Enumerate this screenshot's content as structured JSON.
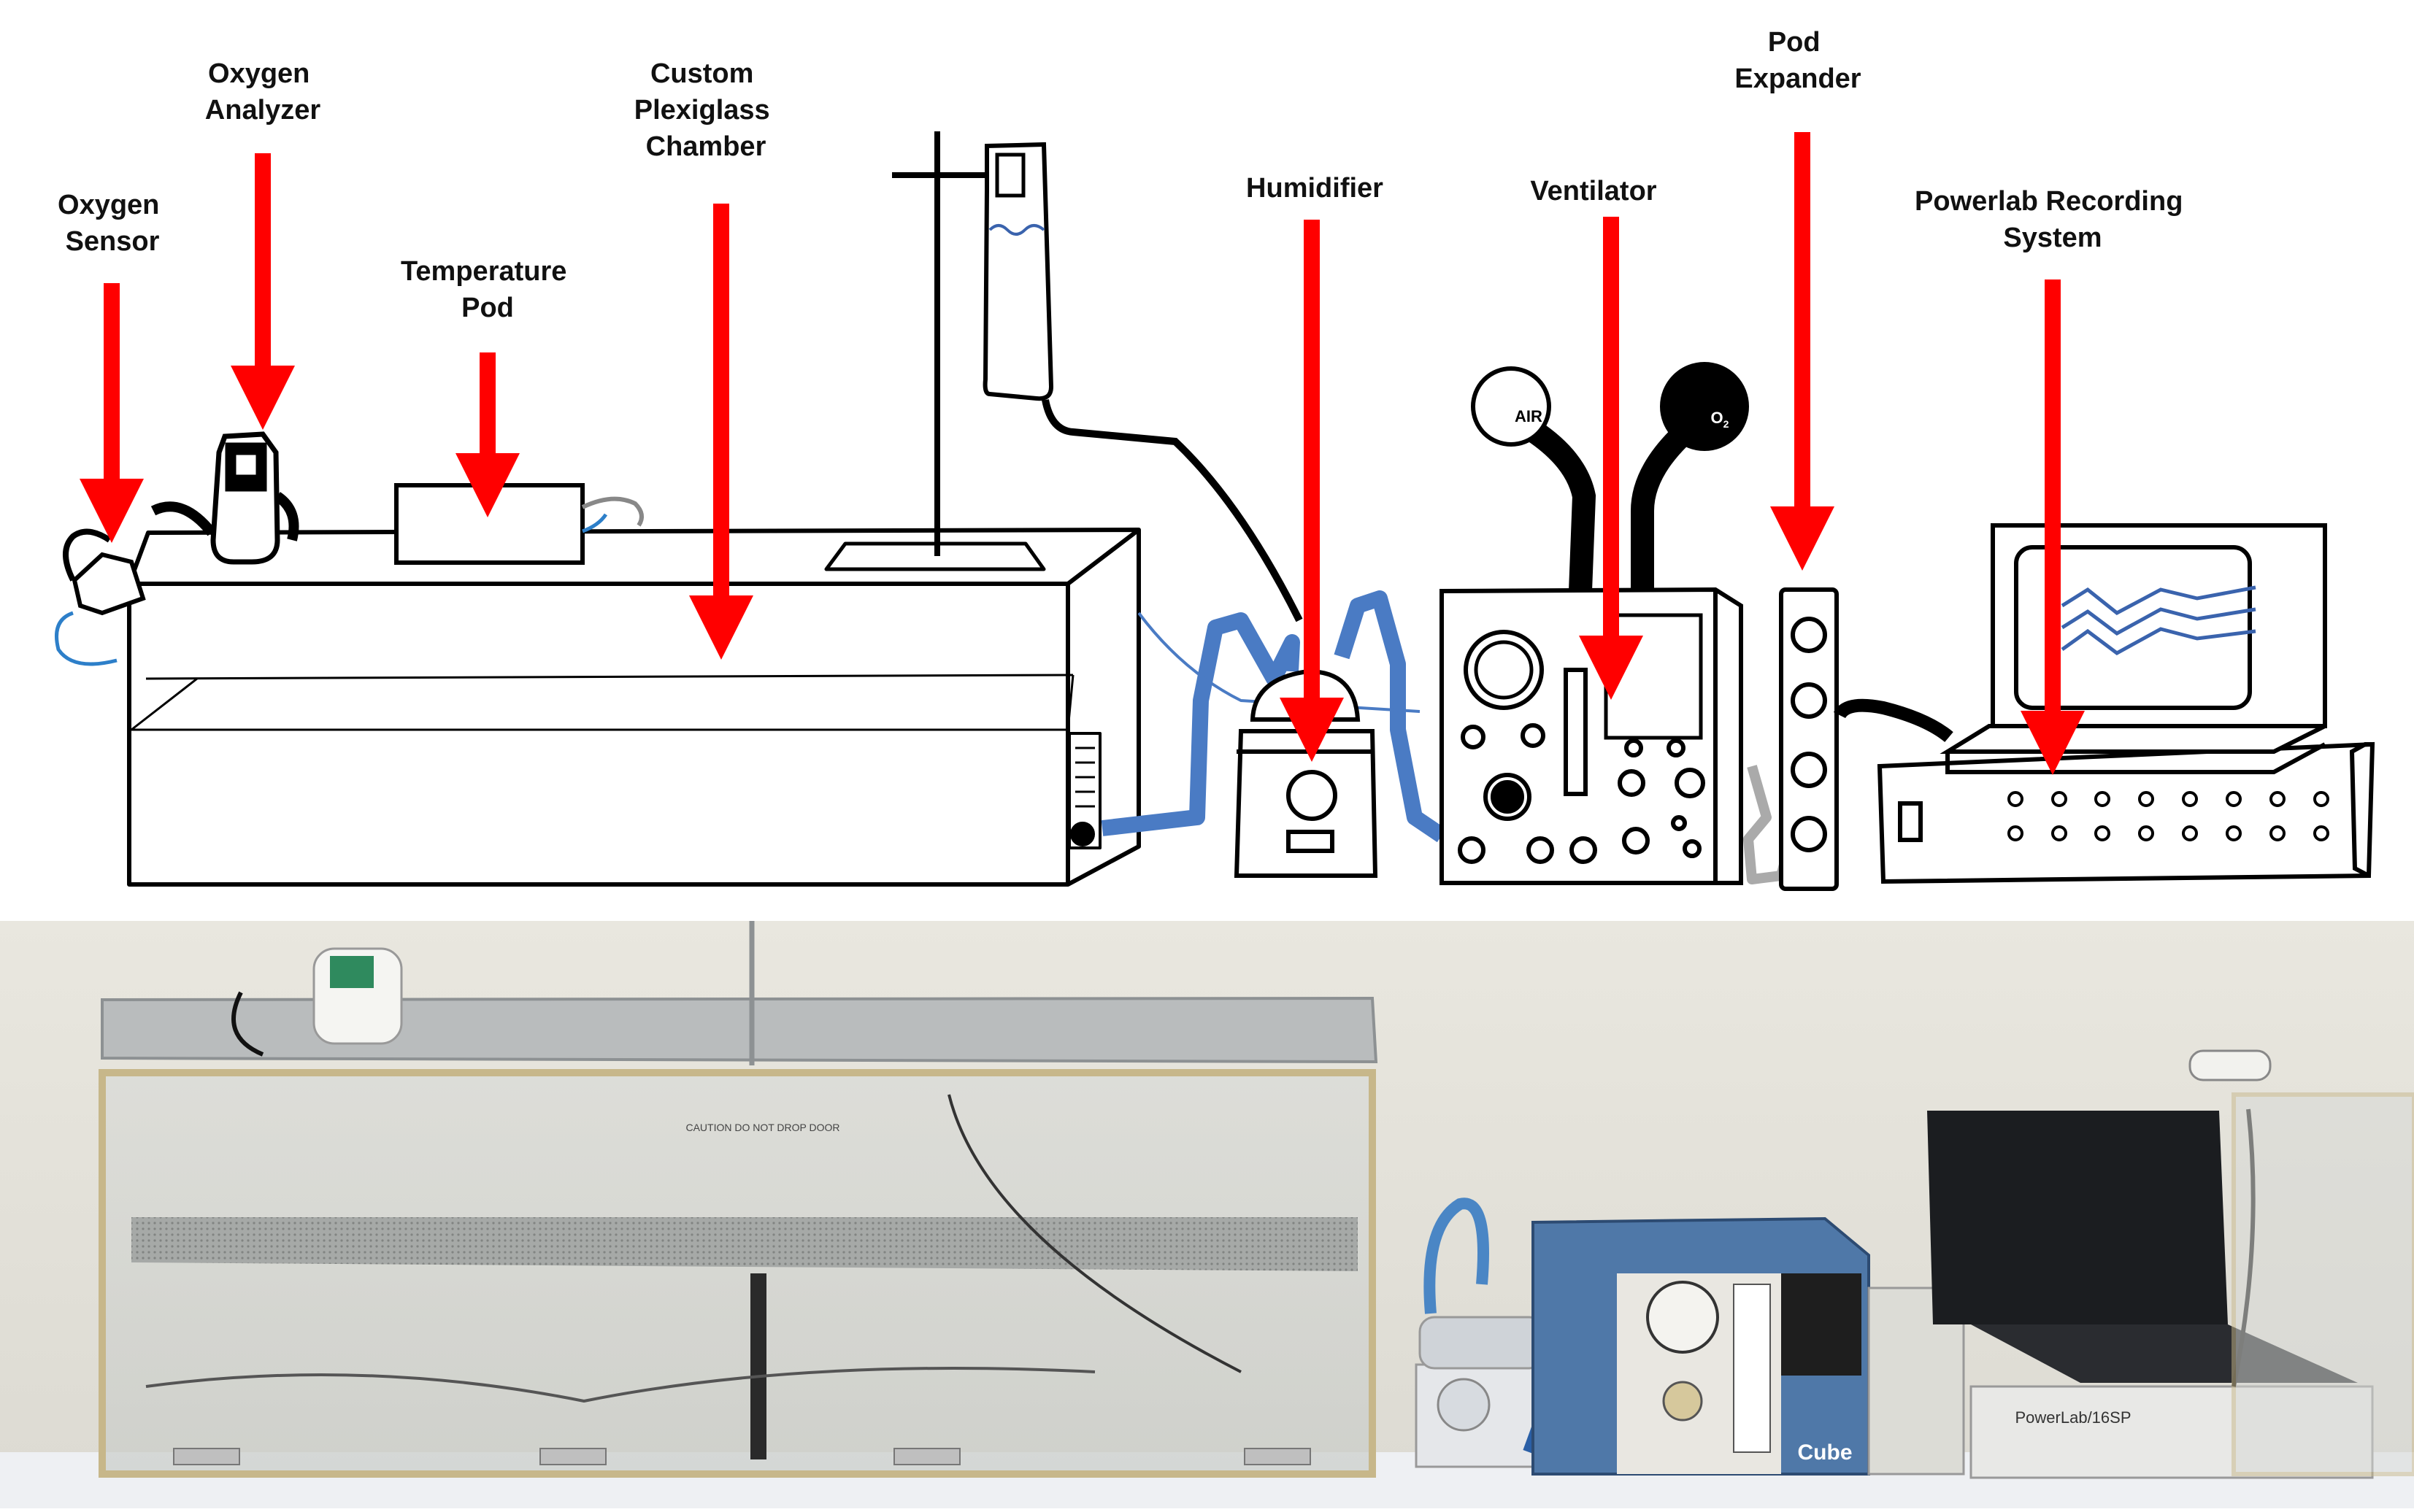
{
  "labels": {
    "oxygen_sensor": [
      "Oxygen",
      "Sensor"
    ],
    "oxygen_analyzer": [
      "Oxygen",
      "Analyzer"
    ],
    "temperature_pod": [
      "Temperature",
      "Pod"
    ],
    "plexiglass_chamber": [
      "Custom",
      "Plexiglass",
      "Chamber"
    ],
    "humidifier": [
      "Humidifier"
    ],
    "ventilator": [
      "Ventilator"
    ],
    "pod_expander": [
      "Pod",
      "Expander"
    ],
    "powerlab": [
      "Powerlab Recording",
      "System"
    ]
  },
  "gas_labels": {
    "air": "AIR",
    "o2": "O",
    "o2_sub": "2"
  },
  "photo_text": {
    "caution": "CAUTION DO NOT DROP DOOR",
    "cube": "Cube",
    "powerlab": "PowerLab/16SP"
  },
  "colors": {
    "arrow": "#ff0000",
    "tube_blue": "#4a7bc4",
    "trace_blue": "#3a63ad",
    "wall": "#e4e2da",
    "bench": "#eef0f3",
    "ventilator_blue": "#4f78a8"
  }
}
